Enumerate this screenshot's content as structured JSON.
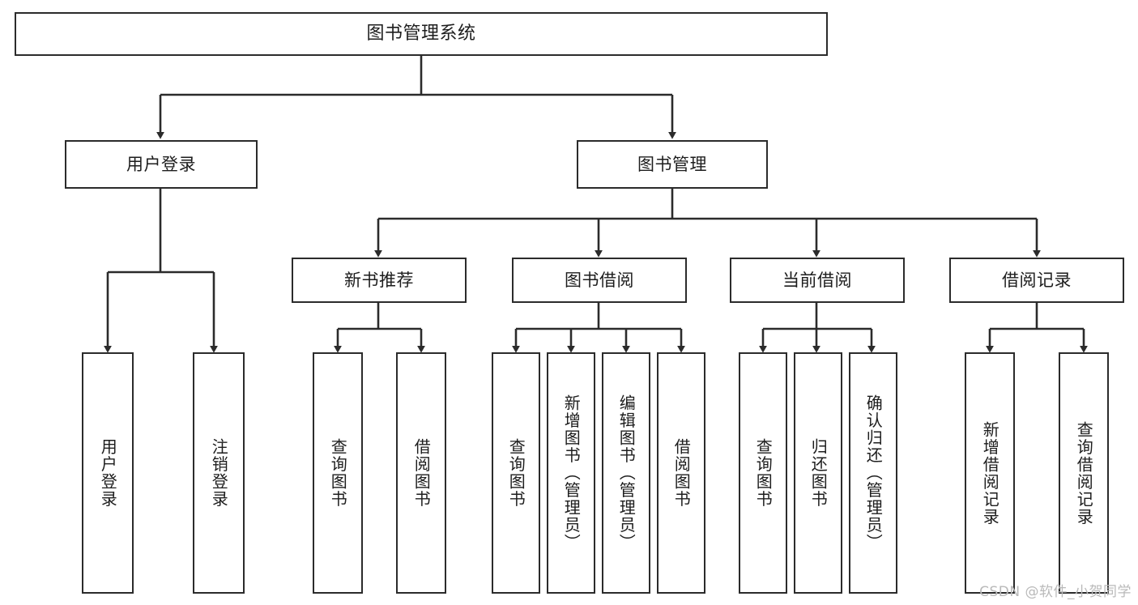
{
  "diagram": {
    "title": "图书管理系统",
    "type": "tree-hierarchy",
    "orientation": "top-down",
    "line_color": "#2b2b2b",
    "box_fill": "#ffffff",
    "text_color": "#1d1d1d",
    "root": {
      "label": "图书管理系统",
      "id": "root"
    },
    "level2": [
      {
        "id": "user-login",
        "label": "用户登录"
      },
      {
        "id": "book-manage",
        "label": "图书管理"
      }
    ],
    "level3": [
      {
        "id": "new-book-recommend",
        "label": "新书推荐",
        "parent": "book-manage"
      },
      {
        "id": "book-borrow",
        "label": "图书借阅",
        "parent": "book-manage"
      },
      {
        "id": "current-borrow",
        "label": "当前借阅",
        "parent": "book-manage"
      },
      {
        "id": "borrow-record",
        "label": "借阅记录",
        "parent": "book-manage"
      }
    ],
    "leaves": [
      {
        "id": "leaf-user-login",
        "label": "用户登录",
        "parent": "user-login"
      },
      {
        "id": "leaf-user-logout",
        "label": "注销登录",
        "parent": "user-login"
      },
      {
        "id": "leaf-rec-query-book",
        "label": "查询图书",
        "parent": "new-book-recommend"
      },
      {
        "id": "leaf-rec-borrow-book",
        "label": "借阅图书",
        "parent": "new-book-recommend"
      },
      {
        "id": "leaf-borrow-query-book",
        "label": "查询图书",
        "parent": "book-borrow"
      },
      {
        "id": "leaf-borrow-add-book",
        "label": "新增图书（管理员）",
        "parent": "book-borrow"
      },
      {
        "id": "leaf-borrow-edit-book",
        "label": "编辑图书（管理员）",
        "parent": "book-borrow"
      },
      {
        "id": "leaf-borrow-lend-book",
        "label": "借阅图书",
        "parent": "book-borrow"
      },
      {
        "id": "leaf-cur-query-book",
        "label": "查询图书",
        "parent": "current-borrow"
      },
      {
        "id": "leaf-cur-return-book",
        "label": "归还图书",
        "parent": "current-borrow"
      },
      {
        "id": "leaf-cur-confirm-return",
        "label": "确认归还（管理员）",
        "parent": "current-borrow"
      },
      {
        "id": "leaf-rec-add-record",
        "label": "新增借阅记录",
        "parent": "borrow-record"
      },
      {
        "id": "leaf-rec-query-record",
        "label": "查询借阅记录",
        "parent": "borrow-record"
      }
    ]
  },
  "watermark": {
    "text": "CSDN @软件_小贺同学"
  }
}
